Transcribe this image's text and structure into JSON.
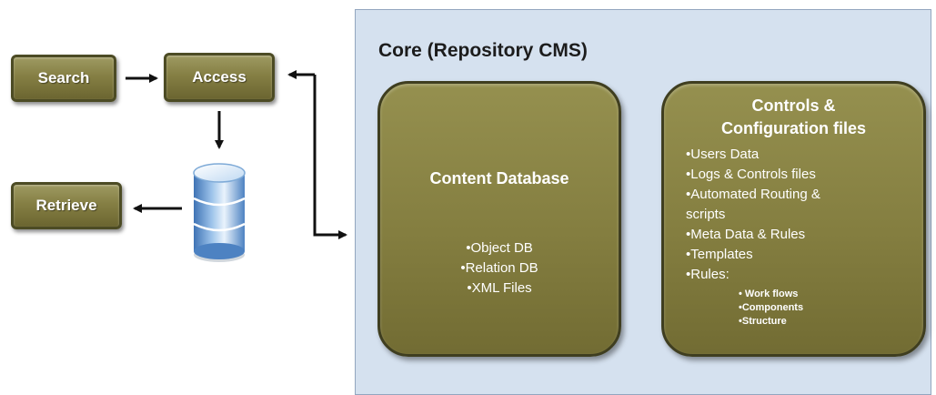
{
  "core": {
    "title": "Core (Repository CMS)"
  },
  "buttons": {
    "search": "Search",
    "access": "Access",
    "retrieve": "Retrieve"
  },
  "content_db": {
    "title": "Content Database",
    "items": [
      "•Object DB",
      "•Relation DB",
      "•XML Files"
    ]
  },
  "controls": {
    "title_line1": "Controls &",
    "title_line2": "Configuration files",
    "items": [
      "•Users Data",
      "•Logs & Controls files",
      "•Automated Routing &",
      "scripts",
      "•Meta Data & Rules",
      "•Templates",
      "•Rules:"
    ],
    "sub_items": [
      "• Work flows",
      "•Components",
      "•Structure"
    ]
  },
  "icons": {
    "database": "database-icon"
  }
}
